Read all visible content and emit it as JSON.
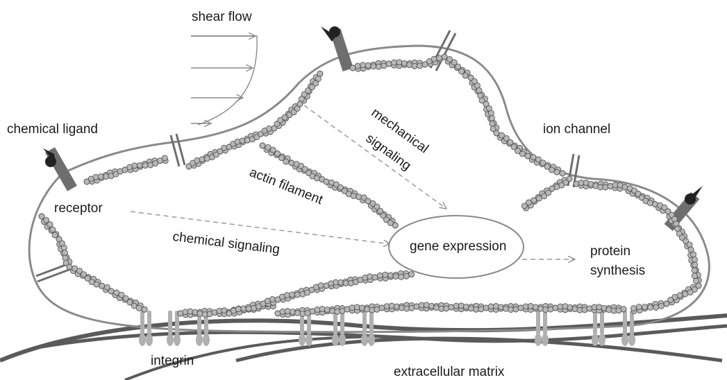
{
  "labels": {
    "shear_flow": "shear flow",
    "chemical_ligand": "chemical ligand",
    "receptor": "receptor",
    "ion_channel": "ion channel",
    "mechanical_signaling_line1": "mechanical",
    "mechanical_signaling_line2": "signaling",
    "actin_filament": "actin filament",
    "chemical_signaling": "chemical signaling",
    "gene_expression": "gene expression",
    "protein_synthesis_line1": "protein",
    "protein_synthesis_line2": "synthesis",
    "integrin": "integrin",
    "extracellular_matrix": "extracellular matrix"
  },
  "colors": {
    "membrane": "#8a8a8a",
    "actin_bead_fill": "#b8b8b8",
    "actin_bead_stroke": "#555555",
    "receptor_body": "#6e6e6e",
    "ligand": "#222222",
    "ecm_fiber": "#5a5a5a",
    "integrin": "#b0b0b0",
    "arrow": "#9a9a9a"
  }
}
